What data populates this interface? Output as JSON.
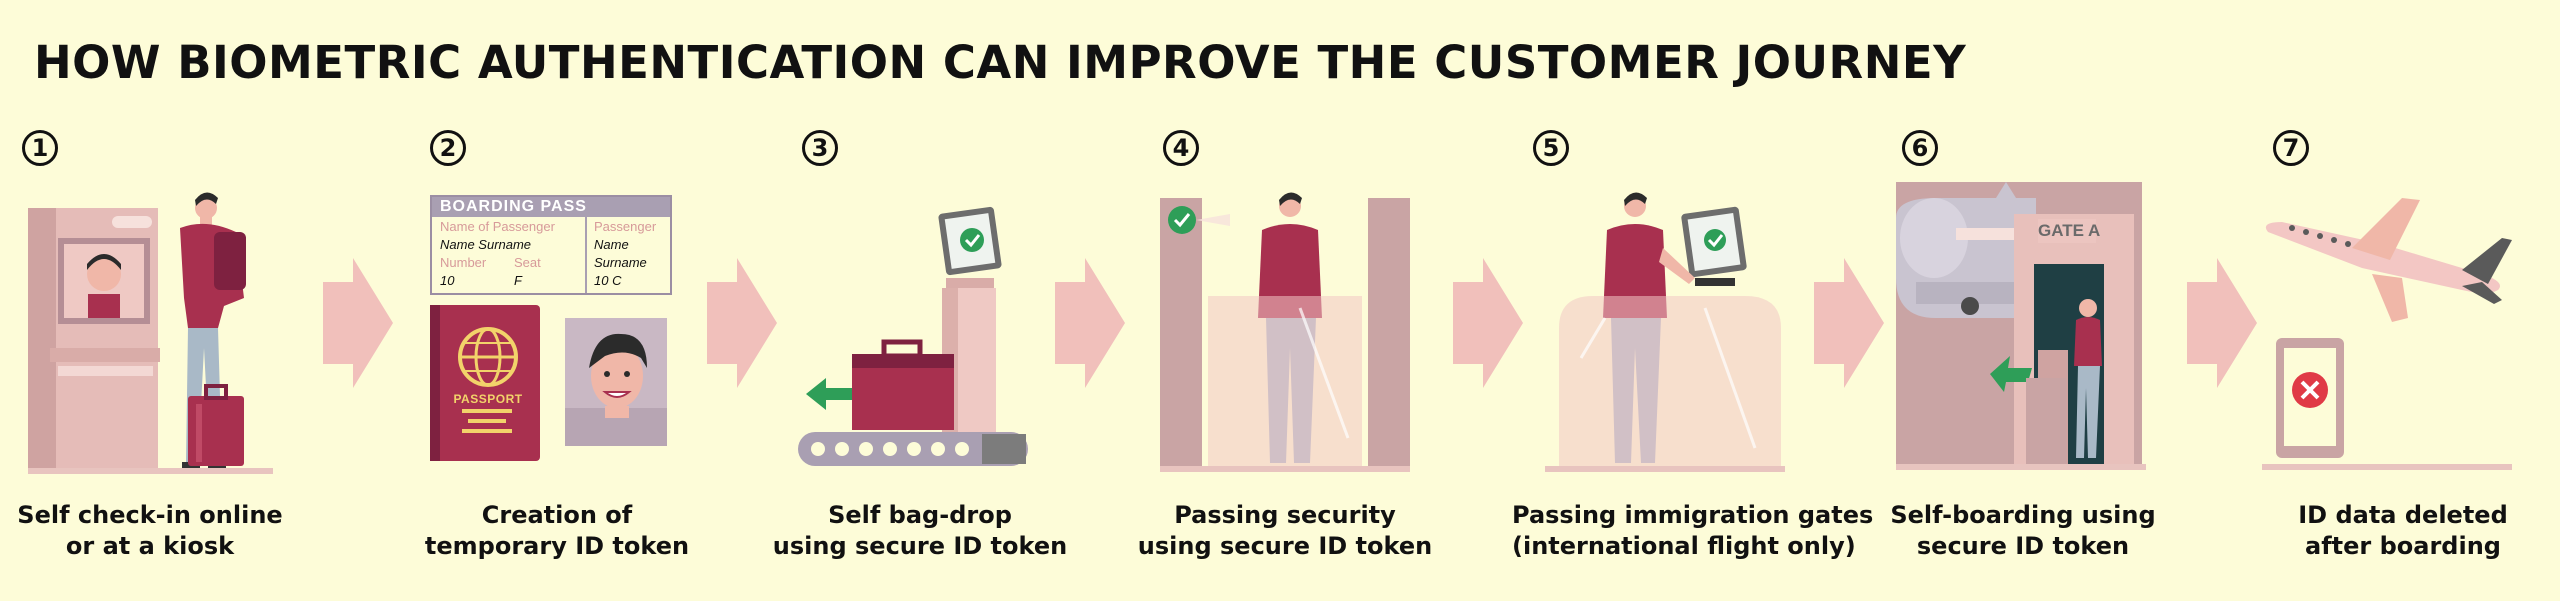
{
  "title": "HOW BIOMETRIC AUTHENTICATION CAN IMPROVE THE CUSTOMER JOURNEY",
  "colors": {
    "background": "#fdfcd8",
    "crimson": "#a8304f",
    "pink": "#eeb9b6",
    "muted_rose": "#c9a4a4",
    "check_green": "#2e9e58",
    "text": "#111111"
  },
  "steps": [
    {
      "number": "1",
      "caption_lines": [
        "Self check-in online",
        "or at a kiosk"
      ]
    },
    {
      "number": "2",
      "caption_lines": [
        "Creation of",
        "temporary ID token"
      ]
    },
    {
      "number": "3",
      "caption_lines": [
        "Self bag-drop",
        "using secure ID token"
      ]
    },
    {
      "number": "4",
      "caption_lines": [
        "Passing security",
        "using secure ID token"
      ]
    },
    {
      "number": "5",
      "caption_lines": [
        "Passing immigration gates",
        "(international flight only)"
      ]
    },
    {
      "number": "6",
      "caption_lines": [
        "Self-boarding using",
        "secure ID token"
      ]
    },
    {
      "number": "7",
      "caption_lines": [
        "ID data deleted",
        "after boarding"
      ]
    }
  ],
  "boarding_pass": {
    "header": "BOARDING PASS",
    "name_label": "Name of Passenger",
    "name_value": "Name Surname",
    "number_label": "Number",
    "number_value": "10",
    "seat_label": "Seat",
    "seat_value": "F",
    "passenger_label": "Passenger",
    "passenger_name": "Name",
    "passenger_surname": "Surname",
    "passenger_seat": "10  C"
  },
  "passport_label": "PASSPORT",
  "gate_label": "GATE A",
  "icons": [
    "kiosk-icon",
    "traveler-icon",
    "suitcase-icon",
    "boarding-pass-icon",
    "passport-icon",
    "id-photo-icon",
    "conveyor-belt-icon",
    "monitor-check-icon",
    "security-scanner-icon",
    "immigration-gate-icon",
    "boarding-gate-icon",
    "airplane-icon",
    "phone-deleted-icon",
    "step-arrow-icon"
  ]
}
